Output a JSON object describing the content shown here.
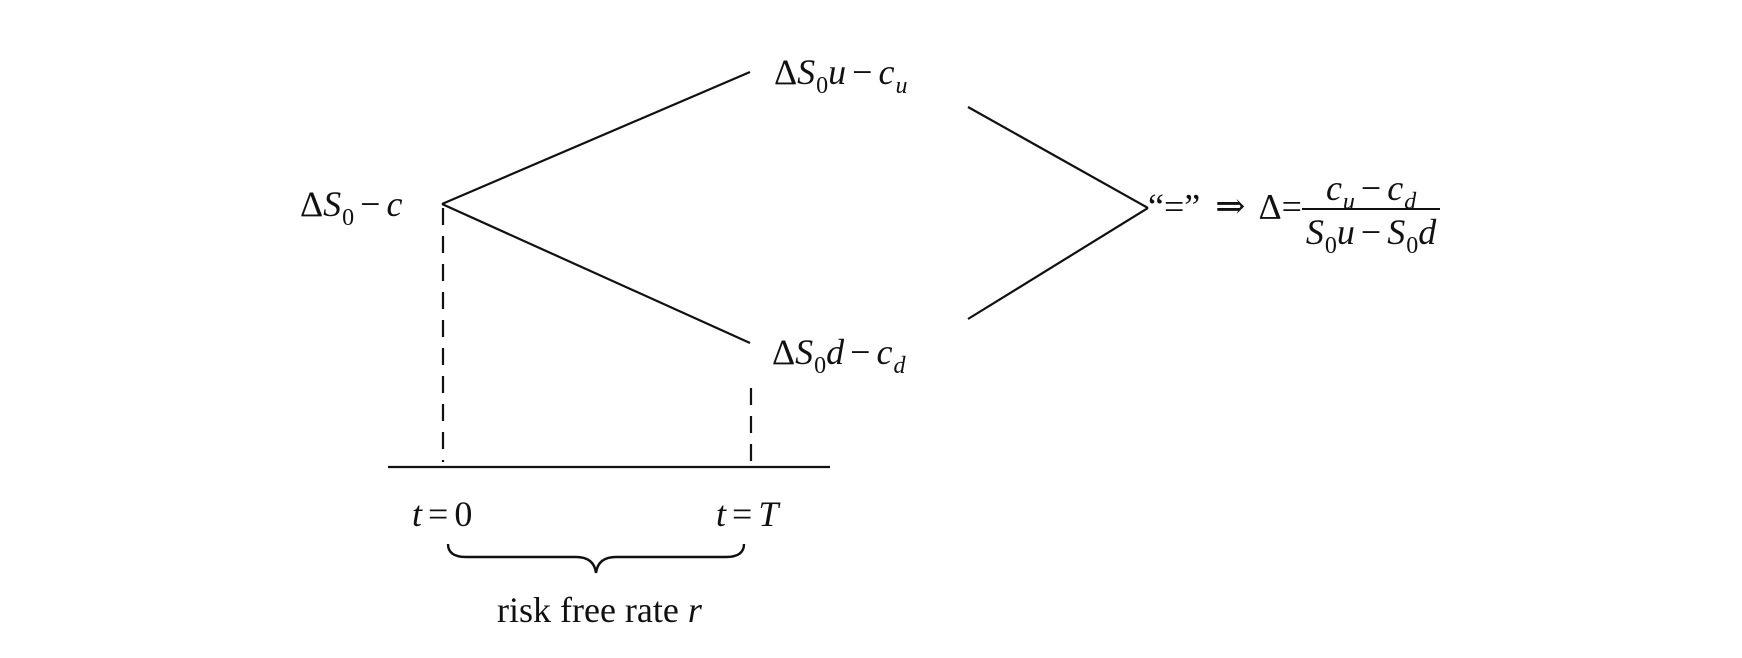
{
  "nodes": {
    "root": {
      "delta": "Δ",
      "S": "S",
      "sub0": "0",
      "minus": "−",
      "c": "c"
    },
    "up": {
      "delta": "Δ",
      "S": "S",
      "sub0": "0",
      "factor": "u",
      "minus": "−",
      "c": "c",
      "csub": "u"
    },
    "down": {
      "delta": "Δ",
      "S": "S",
      "sub0": "0",
      "factor": "d",
      "minus": "−",
      "c": "c",
      "csub": "d"
    }
  },
  "result": {
    "equals_quoted": "“=”",
    "implies": "⇒",
    "delta": "Δ",
    "eq": "=",
    "num": {
      "c1": "c",
      "s1": "u",
      "minus": "−",
      "c2": "c",
      "s2": "d"
    },
    "den": {
      "S1": "S",
      "z1": "0",
      "u": "u",
      "minus": "−",
      "S2": "S",
      "z2": "0",
      "d": "d"
    }
  },
  "timeline": {
    "t0": {
      "t": "t",
      "eq": "=",
      "val": "0"
    },
    "tT": {
      "t": "t",
      "eq": "=",
      "val": "T"
    },
    "rate_label": "risk free rate",
    "rate_symbol": "r"
  }
}
